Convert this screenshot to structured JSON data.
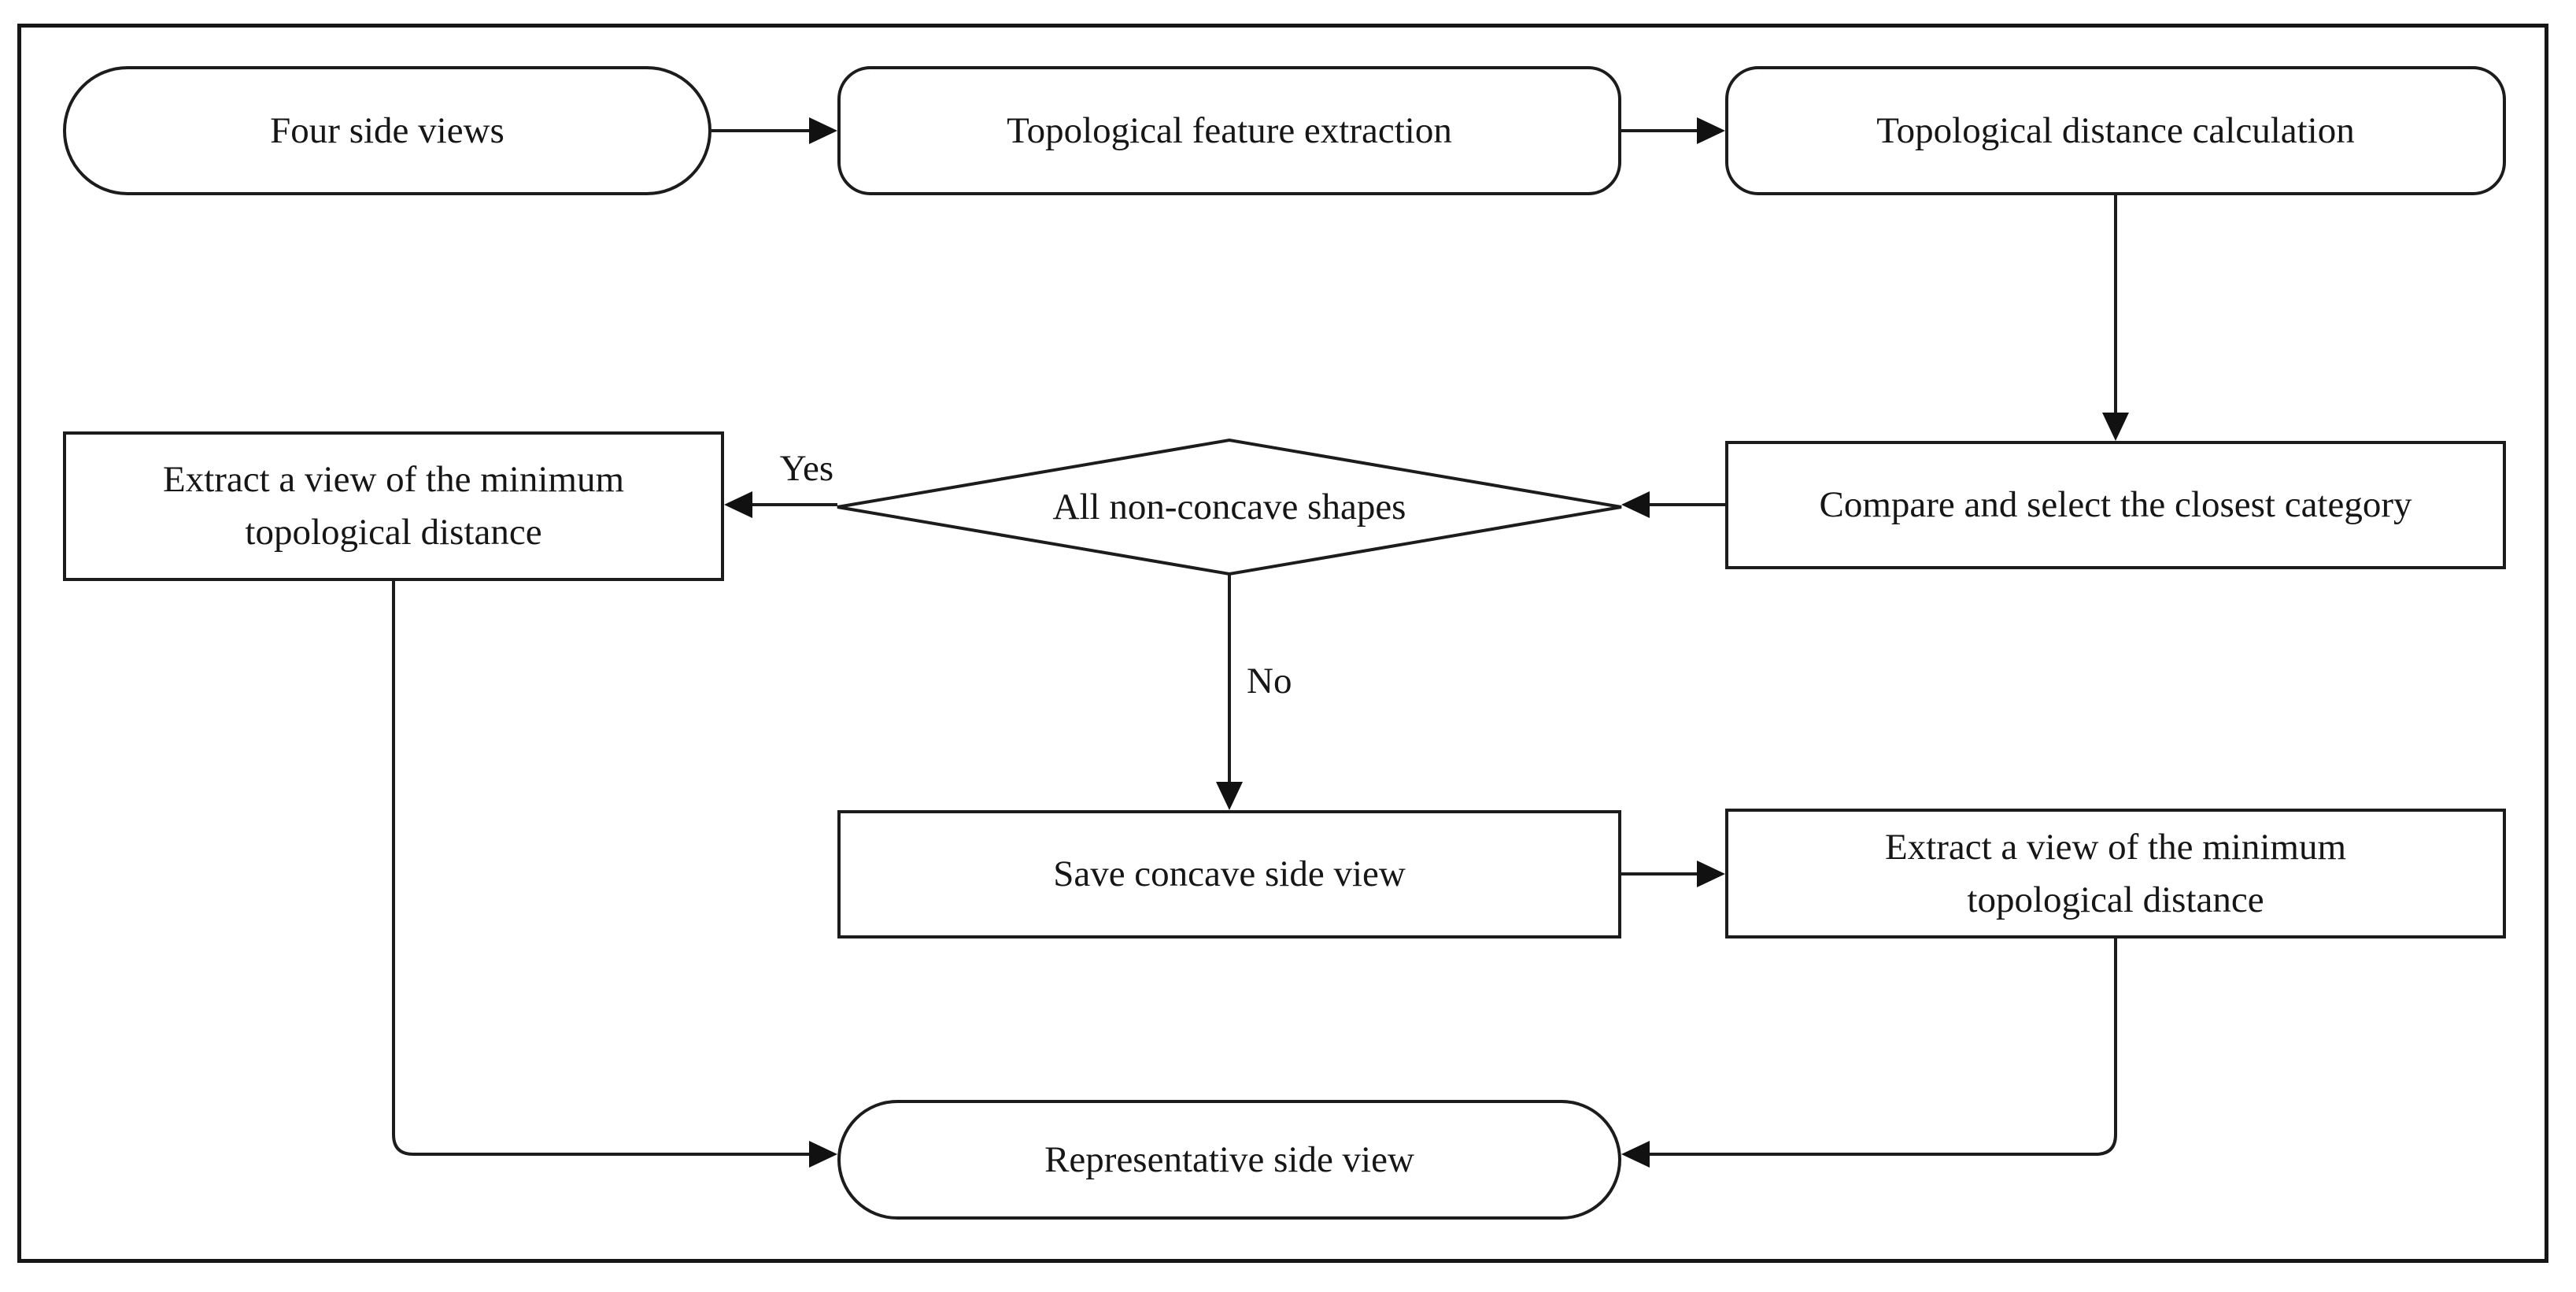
{
  "figure": {
    "type": "flowchart",
    "colors": {
      "stroke": "#1c1c1c",
      "background": "#ffffff",
      "text": "#161616"
    },
    "nodes": {
      "four_side_views": {
        "label": "Four side views",
        "shape": "rounded"
      },
      "feature_extraction": {
        "label": "Topological feature extraction",
        "shape": "rounded"
      },
      "distance_calculation": {
        "label": "Topological distance calculation",
        "shape": "rounded"
      },
      "compare_select": {
        "label": "Compare and select the closest category",
        "shape": "rect"
      },
      "decision": {
        "label": "All non-concave shapes",
        "shape": "diamond"
      },
      "extract_min_left": {
        "label": "Extract a view of the minimum topological distance",
        "shape": "rect"
      },
      "save_concave": {
        "label": "Save concave side view",
        "shape": "rect"
      },
      "extract_min_right": {
        "label": "Extract a view of the minimum topological distance",
        "shape": "rect"
      },
      "representative": {
        "label": "Representative side view",
        "shape": "rounded"
      }
    },
    "edge_labels": {
      "yes": "Yes",
      "no": "No"
    },
    "edges": [
      {
        "from": "four_side_views",
        "to": "feature_extraction"
      },
      {
        "from": "feature_extraction",
        "to": "distance_calculation"
      },
      {
        "from": "distance_calculation",
        "to": "compare_select"
      },
      {
        "from": "compare_select",
        "to": "decision"
      },
      {
        "from": "decision",
        "to": "extract_min_left",
        "label": "Yes"
      },
      {
        "from": "decision",
        "to": "save_concave",
        "label": "No"
      },
      {
        "from": "save_concave",
        "to": "extract_min_right"
      },
      {
        "from": "extract_min_left",
        "to": "representative"
      },
      {
        "from": "extract_min_right",
        "to": "representative"
      }
    ]
  }
}
